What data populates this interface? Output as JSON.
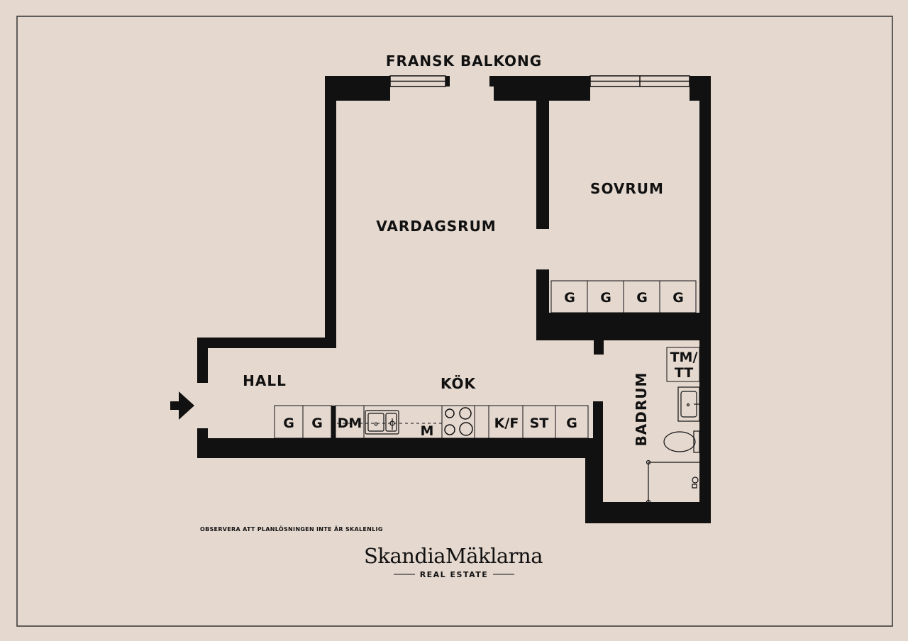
{
  "rooms": {
    "balcony": "FRANSK BALKONG",
    "living": "VARDAGSRUM",
    "bedroom": "SOVRUM",
    "hall": "HALL",
    "kitchen": "KÖK",
    "bathroom": "BADRUM"
  },
  "wardrobe_bedroom": [
    "G",
    "G",
    "G",
    "G"
  ],
  "kitchen_row": [
    "G",
    "G",
    "DM",
    "M",
    "K/F",
    "ST",
    "G"
  ],
  "bathroom_fixture": [
    "TM/",
    "TT"
  ],
  "note": "OBSERVERA ATT PLANLÖSNINGEN INTE ÄR SKALENLIG",
  "brand": {
    "name": "SkandiaMäklarna",
    "tagline": "REAL ESTATE"
  },
  "colors": {
    "background": "#e5d8cf",
    "wall": "#111111",
    "frame": "#333333"
  }
}
